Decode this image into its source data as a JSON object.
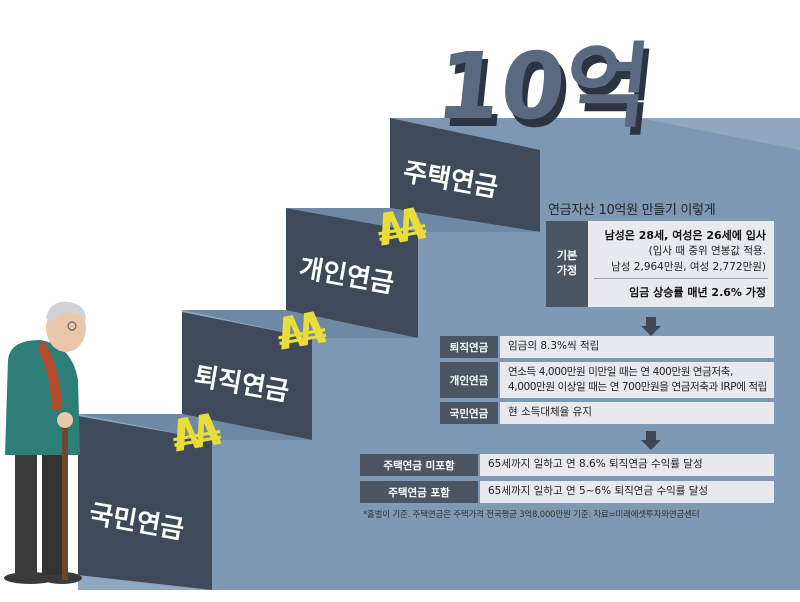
{
  "big_title": "10억",
  "steps": {
    "s1": "국민연금",
    "s2": "퇴직연금",
    "s3": "개인연금",
    "s4": "주택연금"
  },
  "symbol": "₩",
  "panel": {
    "title": "연금자산 10억원 만들기 이렇게",
    "basic": {
      "label": "기본\n가정",
      "line1": "남성은 28세, 여성은 26세에 입사",
      "line2": "(입사 때 중위 연봉값 적용.",
      "line3": "남성 2,964만원, 여성 2,772만원)",
      "line4": "임금 상승률 매년 2.6% 가정"
    },
    "rows": [
      {
        "label": "퇴직연금",
        "text1": "임금의 8.3%씩 적립",
        "text2": ""
      },
      {
        "label": "개인연금",
        "text1": "연소득 4,000만원 미만일 때는 연 400만원 연금저축,",
        "text2": "4,000만원 이상일 때는 연 700만원을 연금저축과 IRP에 적립"
      },
      {
        "label": "국민연금",
        "text1": "현 소득대체율 유지",
        "text2": ""
      }
    ],
    "results": [
      {
        "label": "주택연금 미포함",
        "text": "65세까지 일하고 연 8.6% 퇴직연금 수익률 달성"
      },
      {
        "label": "주택연금 포함",
        "text": "65세까지 일하고 연 5~6% 퇴직연금 수익률 달성"
      }
    ],
    "footnote": "*홀벌이 기준. 주택연금은 주택가격 전국평균 3억8,000만원 기준.  자료=미래에셋투자와연금센터"
  },
  "colors": {
    "stair_front": "#3e4a59",
    "stair_top": "#7a93ab",
    "stair_side": "#8fa7bf",
    "stair_right": "#6d87a2",
    "label_bg": "#4b5563",
    "box_bg": "#e7e9ee",
    "won_yellow": "#e9dd3c"
  }
}
